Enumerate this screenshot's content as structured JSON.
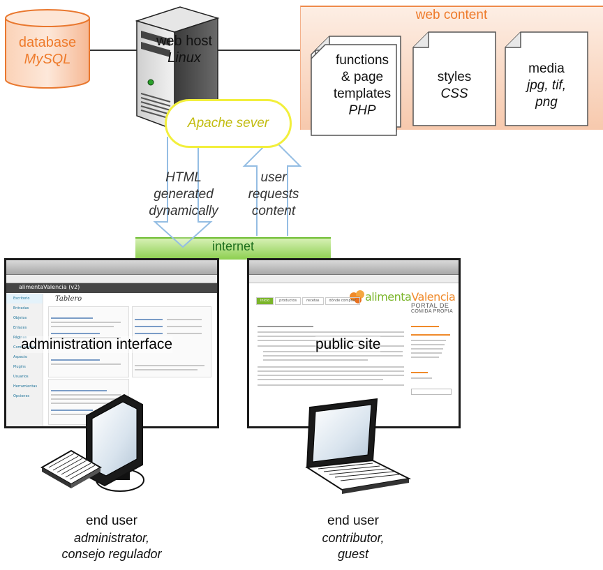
{
  "database": {
    "title": "database",
    "subtitle": "MySQL"
  },
  "web_host": {
    "title": "web host",
    "subtitle": "Linux"
  },
  "web_content": {
    "title": "web content",
    "functions": {
      "line1": "functions",
      "line2": "& page",
      "line3": "templates",
      "sub": "PHP"
    },
    "styles": {
      "title": "styles",
      "sub": "CSS"
    },
    "media": {
      "title": "media",
      "sub1": "jpg, tif,",
      "sub2": "png"
    }
  },
  "apache": {
    "label": "Apache sever"
  },
  "arrow_down": {
    "line1": "HTML",
    "line2": "generated",
    "line3": "dynamically"
  },
  "arrow_up": {
    "line1": "user",
    "line2": "requests",
    "line3": "content"
  },
  "internet": {
    "label": "internet"
  },
  "admin_screen": {
    "label": "administration interface",
    "site": "alimentaValencia (v2)",
    "heading": "Tablero",
    "side_items": [
      "Escritorio",
      "Entradas",
      "Objetos",
      "Enlaces",
      "Páginas",
      "Comentarios",
      "Aspecto",
      "Plugins",
      "Usuarios",
      "Herramientas",
      "Opciones"
    ]
  },
  "public_screen": {
    "label": "public site",
    "brand1": "alimenta",
    "brand2": "Valencia",
    "brand3": "PORTAL DE",
    "brand4": "COMIDA PROPIA",
    "tabs": [
      "inicio",
      "productos",
      "recetas",
      "dónde comprar"
    ]
  },
  "admin_user": {
    "title": "end user",
    "line1": "administrator,",
    "line2": "consejo regulador"
  },
  "public_user": {
    "title": "end user",
    "line1": "contributor,",
    "line2": "guest"
  },
  "colors": {
    "orange": "#ee7a2a",
    "green": "#8ccf4f",
    "yellow": "#f2ef3c",
    "blue_arrow": "#9cc3e6"
  }
}
